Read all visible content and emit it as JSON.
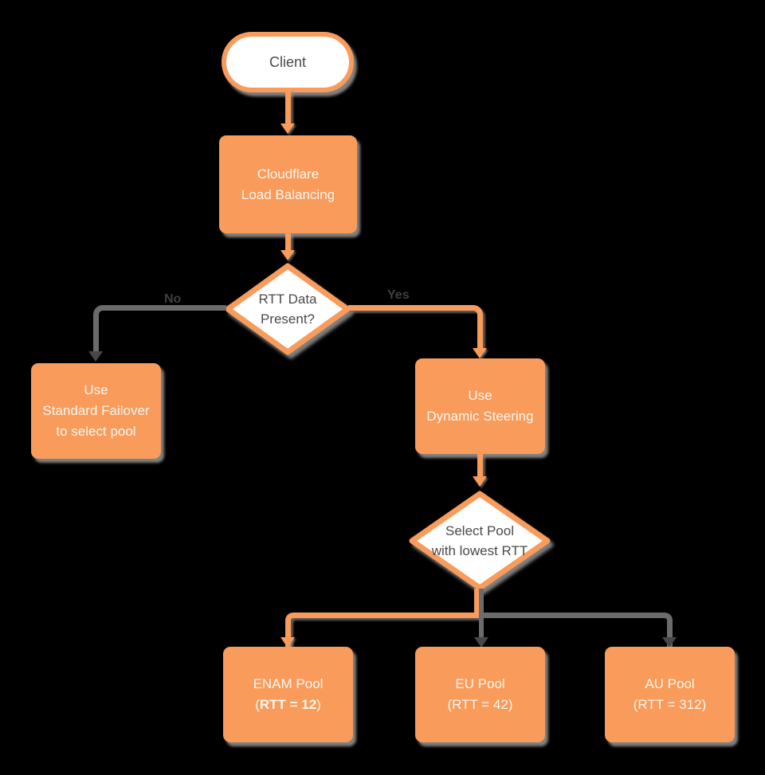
{
  "colors": {
    "bg": "#000000",
    "accent_orange": "#f89b5b",
    "connector_gray": "#6b6b6b",
    "arrow_dark": "#474747",
    "dark_text": "#4a4a4a",
    "light_text": "#fff7ef"
  },
  "nodes": {
    "client": {
      "label": "Client"
    },
    "cloudflare_lb": {
      "lines": [
        "Cloudflare",
        "Load Balancing"
      ]
    },
    "rtt_decision": {
      "lines": [
        "RTT Data",
        "Present?"
      ]
    },
    "standard_failover": {
      "lines": [
        "Use",
        "Standard Failover",
        "to select pool"
      ]
    },
    "dynamic_steering": {
      "lines": [
        "Use",
        "Dynamic Steering"
      ]
    },
    "select_pool": {
      "lines": [
        "Select Pool",
        "with lowest RTT"
      ]
    },
    "enam_pool": {
      "line1": "ENAM Pool",
      "line2_prefix": "(",
      "line2_bold": "RTT = 12",
      "line2_suffix": ")"
    },
    "eu_pool": {
      "line1": "EU Pool",
      "line2": "(RTT = 42)"
    },
    "au_pool": {
      "line1": "AU Pool",
      "line2": "(RTT = 312)"
    }
  },
  "edges": {
    "no": {
      "label": "No"
    },
    "yes": {
      "label": "Yes"
    }
  }
}
